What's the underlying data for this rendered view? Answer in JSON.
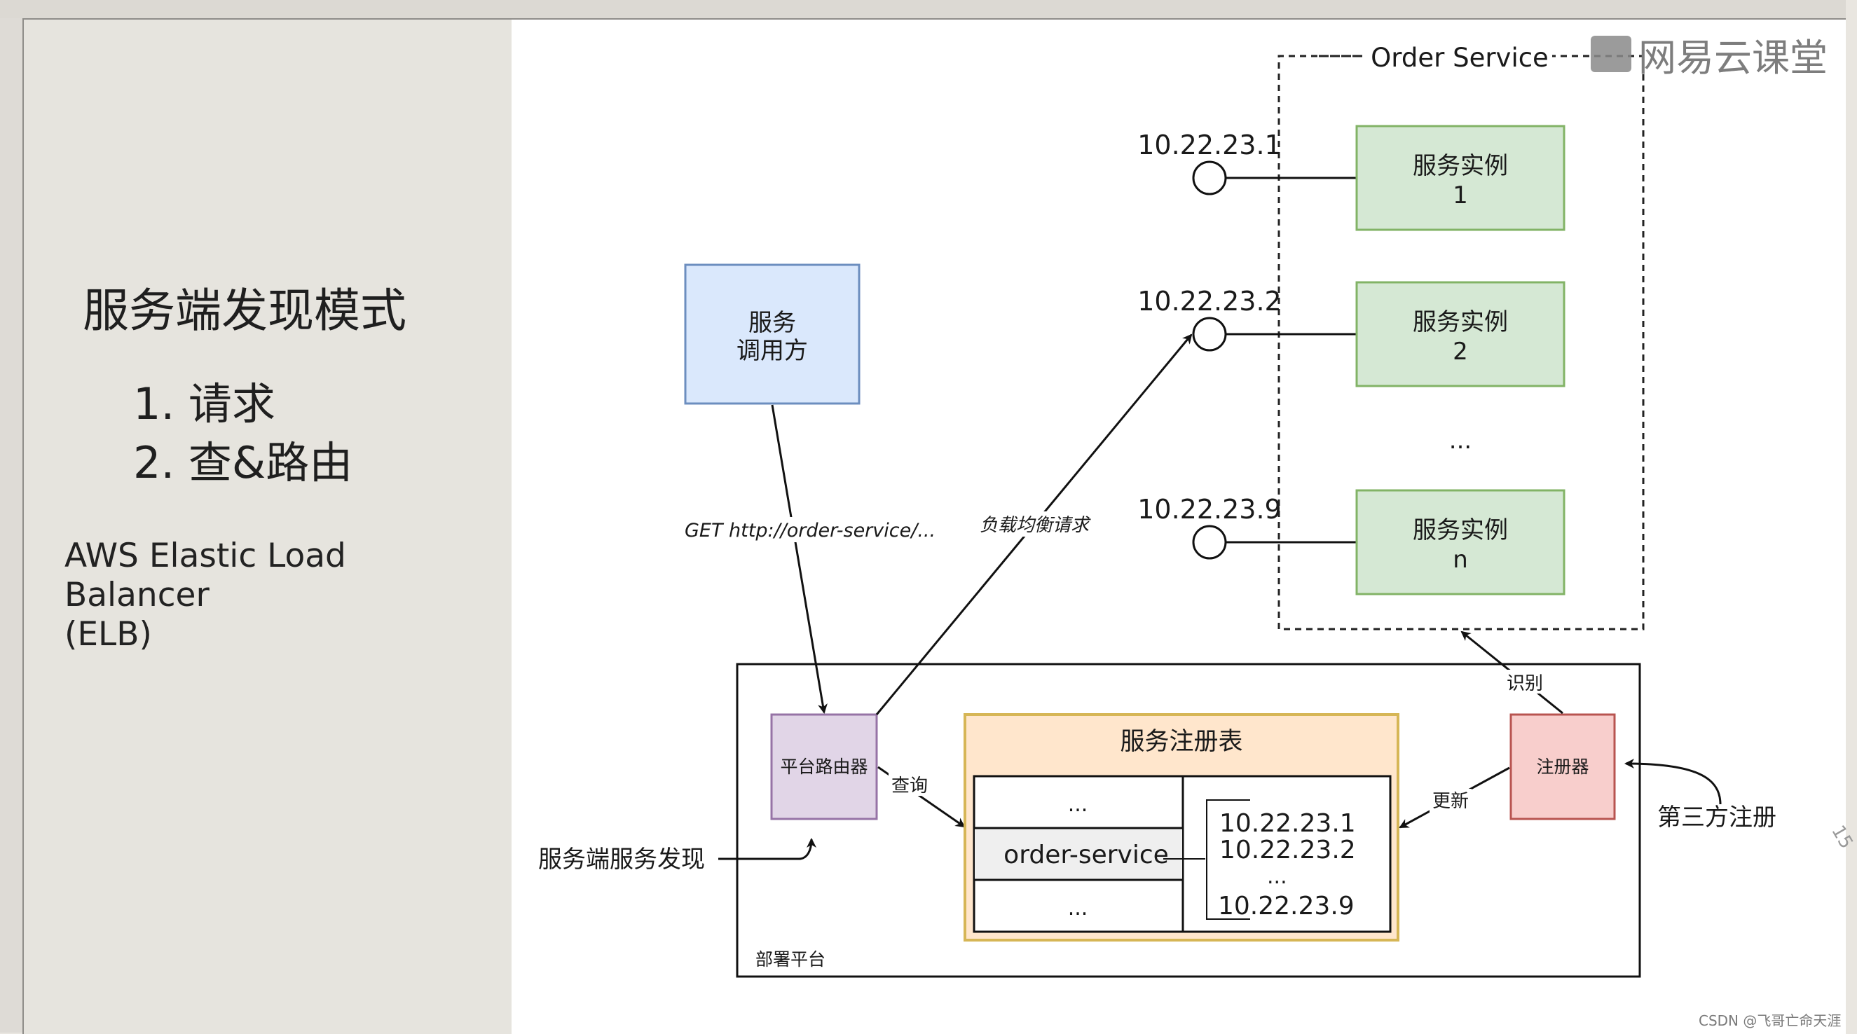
{
  "slide": {
    "title": "服务端发现模式",
    "list": [
      "1.  请求",
      "2. 查&路由"
    ],
    "aws_line1": "AWS Elastic Load Balancer",
    "aws_line2": "(ELB)"
  },
  "watermark": {
    "brand": "网易云课堂"
  },
  "footer": {
    "csdn": "CSDN @飞哥亡命天涯",
    "side_number": "15"
  },
  "diagram": {
    "order_service_label": "Order Service",
    "instances": [
      {
        "ip": "10.22.23.1",
        "line1": "服务实例",
        "line2": "1"
      },
      {
        "ip": "10.22.23.2",
        "line1": "服务实例",
        "line2": "2"
      },
      {
        "ip": "10.22.23.9",
        "line1": "服务实例",
        "line2": "n"
      }
    ],
    "instances_ellipsis": "...",
    "caller": {
      "line1": "服务",
      "line2": "调用方"
    },
    "get_request": "GET http://order-service/...",
    "lb_request": "负载均衡请求",
    "router": "平台路由器",
    "query": "查询",
    "registry_title": "服务注册表",
    "registry_rows": [
      "...",
      "order-service",
      "..."
    ],
    "registry_ips": [
      "10.22.23.1",
      "10.22.23.2",
      "...",
      "10.22.23.9"
    ],
    "update": "更新",
    "registrar": "注册器",
    "identify": "识别",
    "third_party": "第三方注册",
    "server_discovery": "服务端服务发现",
    "platform": "部署平台"
  },
  "colors": {
    "instance_fill": "#d5e8d4",
    "instance_stroke": "#82b366",
    "caller_fill": "#dae8fc",
    "caller_stroke": "#6c8ebf",
    "router_fill": "#e1d5e7",
    "router_stroke": "#9673a6",
    "registry_fill": "#ffe6cc",
    "registry_stroke": "#d6b656",
    "registrar_fill": "#f8cecc",
    "registrar_stroke": "#b85450"
  }
}
